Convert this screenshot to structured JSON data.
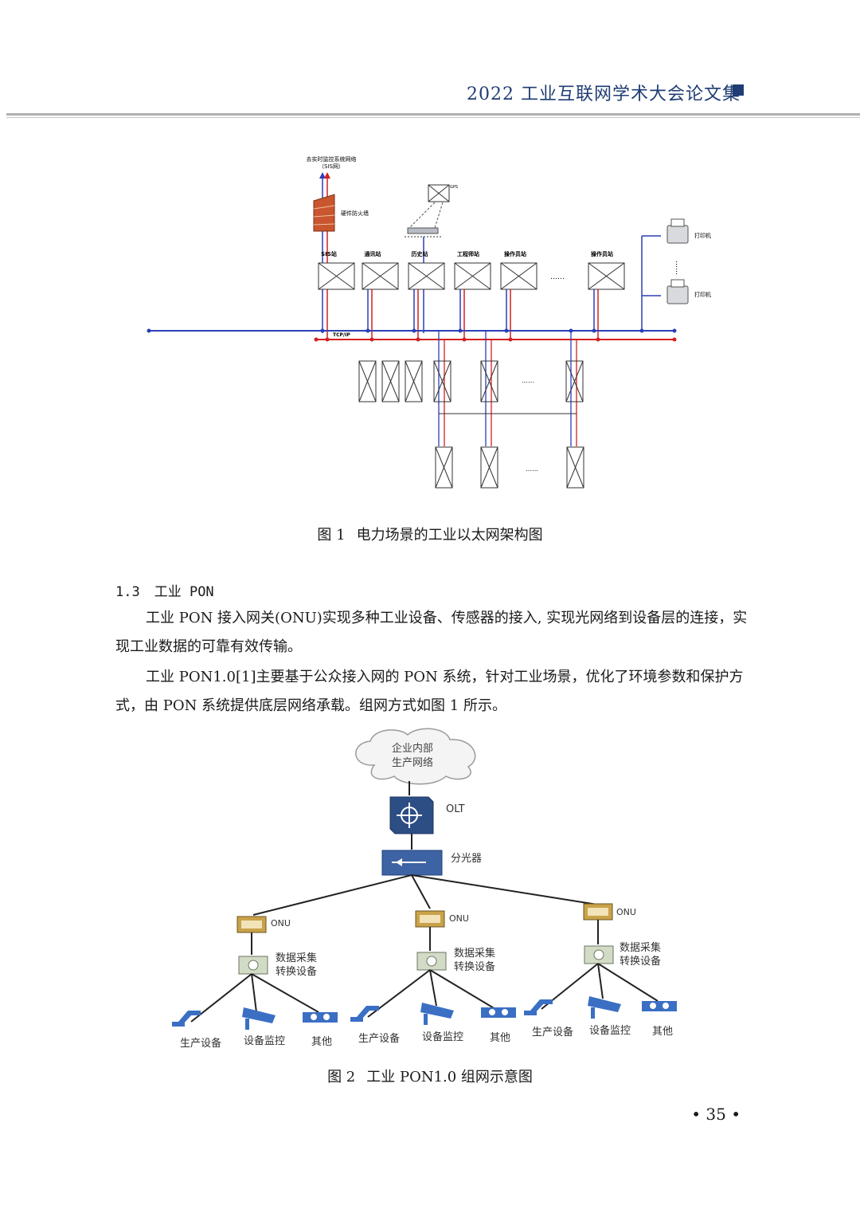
{
  "header": {
    "title": "2022 工业互联网学术大会论文集"
  },
  "figure1": {
    "labels": {
      "external_net": "去实时监控系统网络",
      "external_net_2": "（SIS网）",
      "firewall": "硬件防火墙",
      "top_box": "GPS",
      "printer": "打印机",
      "tcpip": "TCP/IP",
      "ellipsis": "……"
    },
    "stations": [
      "SIS站",
      "通讯站",
      "历史站",
      "工程师站",
      "操作员站",
      "操作员站"
    ],
    "caption": {
      "num": "图 1",
      "text": "电力场景的工业以太网架构图"
    }
  },
  "section": {
    "num": "1.3",
    "title": "工业 PON"
  },
  "paragraphs": [
    "工业 PON 接入网关(ONU)实现多种工业设备、传感器的接入, 实现光网络到设备层的连接，实现工业数据的可靠有效传输。",
    "工业 PON1.0[1]主要基于公众接入网的 PON 系统，针对工业场景，优化了环境参数和保护方式，由 PON 系统提供底层网络承载。组网方式如图 1 所示。"
  ],
  "figure2": {
    "cloud_line1": "企业内部",
    "cloud_line2": "生产网络",
    "olt": "OLT",
    "splitter": "分光器",
    "onu": "ONU",
    "converter_line1": "数据采集",
    "converter_line2": "转换设备",
    "device_production": "生产设备",
    "device_monitor": "设备监控",
    "device_other": "其他",
    "caption": {
      "num": "图 2",
      "text": "工业 PON1.0 组网示意图"
    }
  },
  "page_number": "• 35 •",
  "colors": {
    "accent": "#1f3d73",
    "blue_line": "#2b3fb6",
    "red_line": "#d42020",
    "device_blue": "#3a6fc4"
  }
}
